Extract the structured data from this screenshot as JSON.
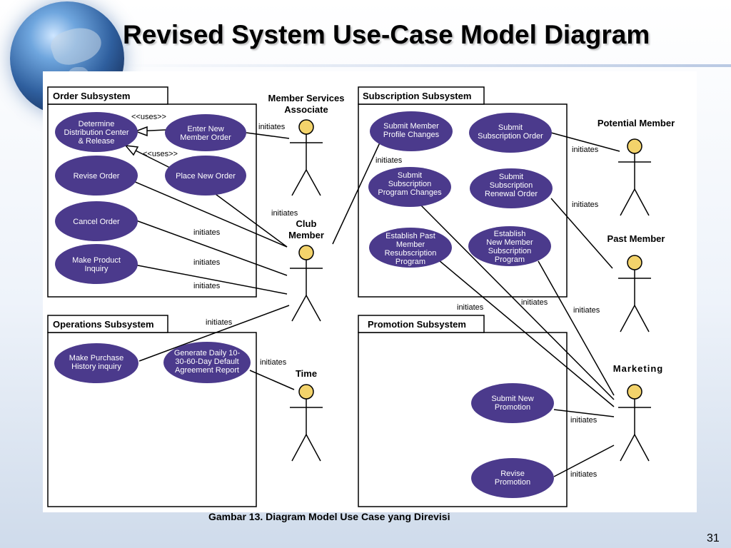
{
  "title": "Revised System Use-Case Model Diagram",
  "caption": "Gambar 13. Diagram Model Use Case yang Direvisi",
  "page_number": "31",
  "colors": {
    "usecase_fill": "#4b3a8c",
    "actor_head": "#f3d36b",
    "line": "#000000"
  },
  "subsystems": {
    "order": "Order Subsystem",
    "operations": "Operations Subsystem",
    "subscription": "Subscription Subsystem",
    "promotion": "Promotion Subsystem"
  },
  "actors": {
    "member_services_associate": [
      "Member Services",
      "Associate"
    ],
    "club_member": [
      "Club",
      "Member"
    ],
    "time": [
      "Time"
    ],
    "potential_member": [
      "Potential Member"
    ],
    "past_member": [
      "Past Member"
    ],
    "marketing": [
      "Marketing"
    ]
  },
  "use_cases": {
    "determine_distribution": [
      "Determine",
      "Distribution Center",
      "& Release"
    ],
    "enter_new_member_order": [
      "Enter New",
      "Member Order"
    ],
    "revise_order": [
      "Revise Order"
    ],
    "place_new_order": [
      "Place New Order"
    ],
    "cancel_order": [
      "Cancel Order"
    ],
    "make_product_inquiry": [
      "Make Product",
      "Inquiry"
    ],
    "make_purchase_history_inquiry": [
      "Make Purchase",
      "History inquiry"
    ],
    "generate_daily_report": [
      "Generate Daily 10-",
      "30-60-Day Default",
      "Agreement Report"
    ],
    "submit_member_profile_changes": [
      "Submit Member",
      "Profile Changes"
    ],
    "submit_subscription_order": [
      "Submit",
      "Subscription Order"
    ],
    "submit_subscription_program_changes": [
      "Submit",
      "Subscription",
      "Program Changes"
    ],
    "submit_subscription_renewal_order": [
      "Submit",
      "Subscription",
      "Renewal Order"
    ],
    "establish_past_member_program": [
      "Establish Past",
      "Member",
      "Resubscription",
      "Program"
    ],
    "establish_new_member_program": [
      "Establish",
      "New Member",
      "Subscription",
      "Program"
    ],
    "submit_new_promotion": [
      "Submit New",
      "Promotion"
    ],
    "revise_promotion": [
      "Revise",
      "Promotion"
    ]
  },
  "relation_labels": {
    "uses": "<<uses>>",
    "initiates": "initiates"
  }
}
